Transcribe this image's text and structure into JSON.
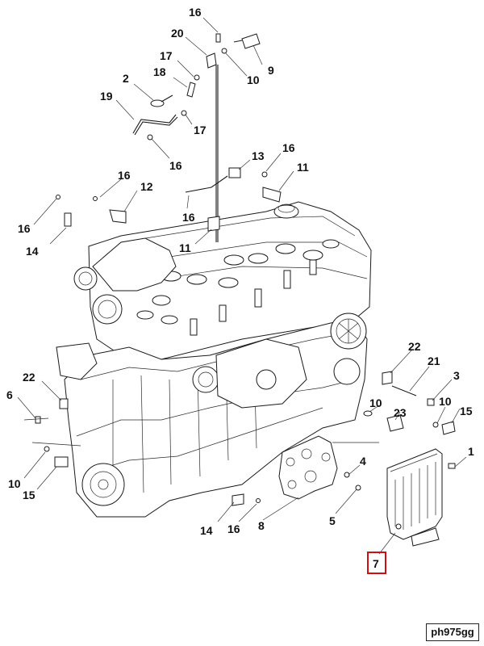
{
  "diagram": {
    "callouts": [
      {
        "id": "c16a",
        "text": "16"
      },
      {
        "id": "c20",
        "text": "20"
      },
      {
        "id": "c17a",
        "text": "17"
      },
      {
        "id": "c18",
        "text": "18"
      },
      {
        "id": "c9",
        "text": "9"
      },
      {
        "id": "c10a",
        "text": "10"
      },
      {
        "id": "c2",
        "text": "2"
      },
      {
        "id": "c19",
        "text": "19"
      },
      {
        "id": "c17b",
        "text": "17"
      },
      {
        "id": "c16b",
        "text": "16"
      },
      {
        "id": "c13",
        "text": "13"
      },
      {
        "id": "c16c",
        "text": "16"
      },
      {
        "id": "c11a",
        "text": "11"
      },
      {
        "id": "c16d",
        "text": "16"
      },
      {
        "id": "c12",
        "text": "12"
      },
      {
        "id": "c16e",
        "text": "16"
      },
      {
        "id": "c16f",
        "text": "16"
      },
      {
        "id": "c14a",
        "text": "14"
      },
      {
        "id": "c11b",
        "text": "11"
      },
      {
        "id": "c22a",
        "text": "22"
      },
      {
        "id": "c21",
        "text": "21"
      },
      {
        "id": "c3",
        "text": "3"
      },
      {
        "id": "c22b",
        "text": "22"
      },
      {
        "id": "c6",
        "text": "6"
      },
      {
        "id": "c10b",
        "text": "10"
      },
      {
        "id": "c10c",
        "text": "10"
      },
      {
        "id": "c23",
        "text": "23"
      },
      {
        "id": "c15a",
        "text": "15"
      },
      {
        "id": "c1",
        "text": "1"
      },
      {
        "id": "c4",
        "text": "4"
      },
      {
        "id": "c10d",
        "text": "10"
      },
      {
        "id": "c15b",
        "text": "15"
      },
      {
        "id": "c5",
        "text": "5"
      },
      {
        "id": "c14b",
        "text": "14"
      },
      {
        "id": "c16g",
        "text": "16"
      },
      {
        "id": "c8",
        "text": "8"
      },
      {
        "id": "c7",
        "text": "7"
      }
    ],
    "highlighted_callout": "7",
    "highlight_color": "#d01010",
    "figure_code": "ph975gg"
  }
}
